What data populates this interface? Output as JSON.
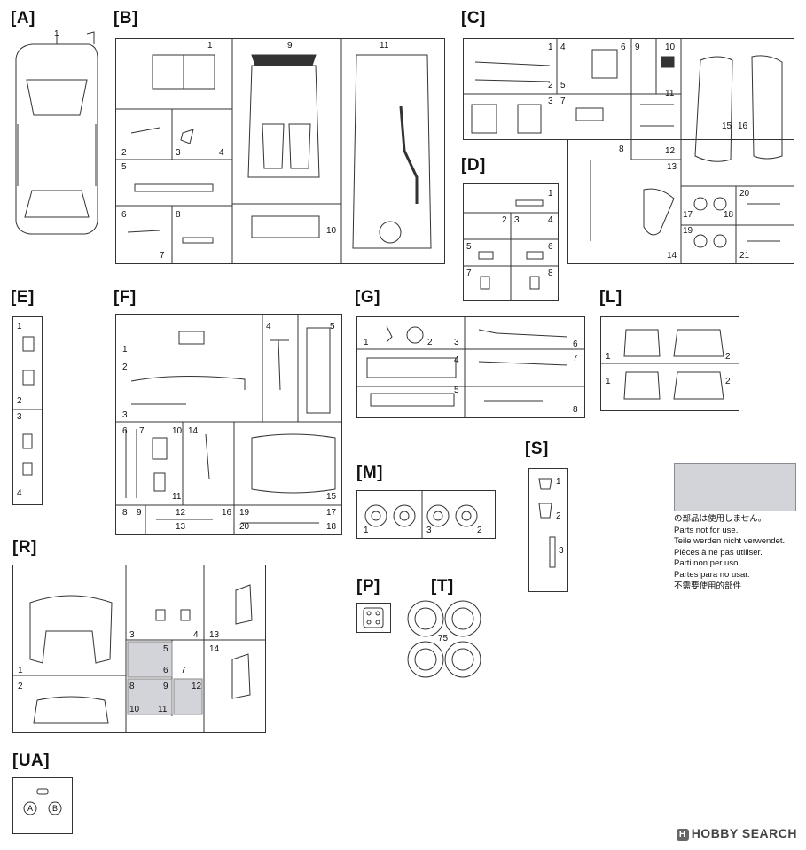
{
  "sprues": {
    "A": "[A]",
    "B": "[B]",
    "C": "[C]",
    "D": "[D]",
    "E": "[E]",
    "F": "[F]",
    "G": "[G]",
    "L": "[L]",
    "M": "[M]",
    "S": "[S]",
    "R": "[R]",
    "P": "[P]",
    "T": "[T]",
    "UA": "[UA]"
  },
  "part_numbers": {
    "A": [
      "1"
    ],
    "B": [
      "1",
      "9",
      "11",
      "2",
      "3",
      "4",
      "5",
      "6",
      "7",
      "8",
      "10"
    ],
    "C": [
      "1",
      "2",
      "3",
      "4",
      "5",
      "6",
      "7",
      "8",
      "9",
      "10",
      "11",
      "12",
      "13",
      "14",
      "15",
      "16",
      "17",
      "18",
      "19",
      "20",
      "21"
    ],
    "D": [
      "1",
      "2",
      "3",
      "4",
      "5",
      "6",
      "7",
      "8"
    ],
    "E": [
      "1",
      "2",
      "3",
      "4"
    ],
    "F": [
      "1",
      "2",
      "3",
      "4",
      "5",
      "6",
      "7",
      "8",
      "9",
      "10",
      "11",
      "12",
      "13",
      "14",
      "15",
      "16",
      "17",
      "18",
      "19",
      "20"
    ],
    "G": [
      "1",
      "2",
      "3",
      "4",
      "5",
      "6",
      "7",
      "8"
    ],
    "L": [
      "1",
      "2",
      "1",
      "2"
    ],
    "M": [
      "1",
      "2",
      "3"
    ],
    "S": [
      "1",
      "2",
      "3"
    ],
    "R": [
      "1",
      "2",
      "3",
      "4",
      "5",
      "6",
      "7",
      "8",
      "9",
      "10",
      "11",
      "12",
      "13",
      "14"
    ],
    "T": [
      "75"
    ],
    "UA": [
      "A",
      "B"
    ]
  },
  "notice": {
    "lines": [
      "の部品は使用しません。",
      "Parts not for use.",
      "Teile werden nicht verwendet.",
      "Pièces à ne pas utiliser.",
      "Parti non per uso.",
      "Partes para no usar.",
      "不需要使用的部件"
    ],
    "swatch_color": "#d3d3da"
  },
  "watermark": {
    "brand": "HOBBY SEARCH",
    "mark": "H"
  },
  "colors": {
    "line": "#333333",
    "unused_fill": "#d3d3da"
  }
}
